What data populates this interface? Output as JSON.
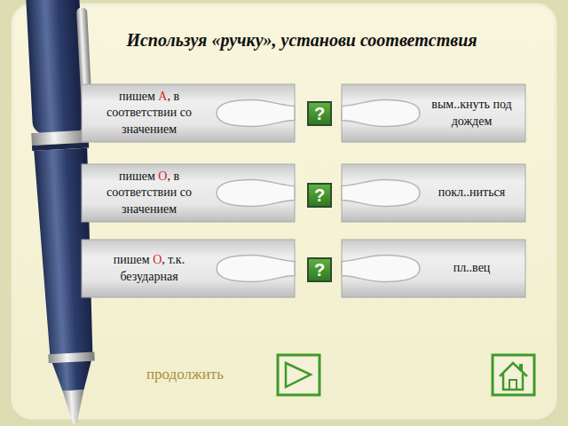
{
  "diagram": {
    "title": "Используя «ручку», установи соответствия",
    "nodes": [
      {
        "text": [
          "пишем А, в соответствии со значением"
        ]
      },
      {
        "text": [
          "вым..кнуть под дождем"
        ]
      },
      {
        "text": [
          "пишем О, в соответствии со значением"
        ]
      },
      {
        "text": [
          "покл..ниться"
        ]
      },
      {
        "text": [
          "пишем О, т.к. безударная"
        ]
      },
      {
        "text": [
          "пл..вец"
        ]
      }
    ],
    "labels": [
      "?",
      "?",
      "?",
      "продолжить"
    ]
  }
}
